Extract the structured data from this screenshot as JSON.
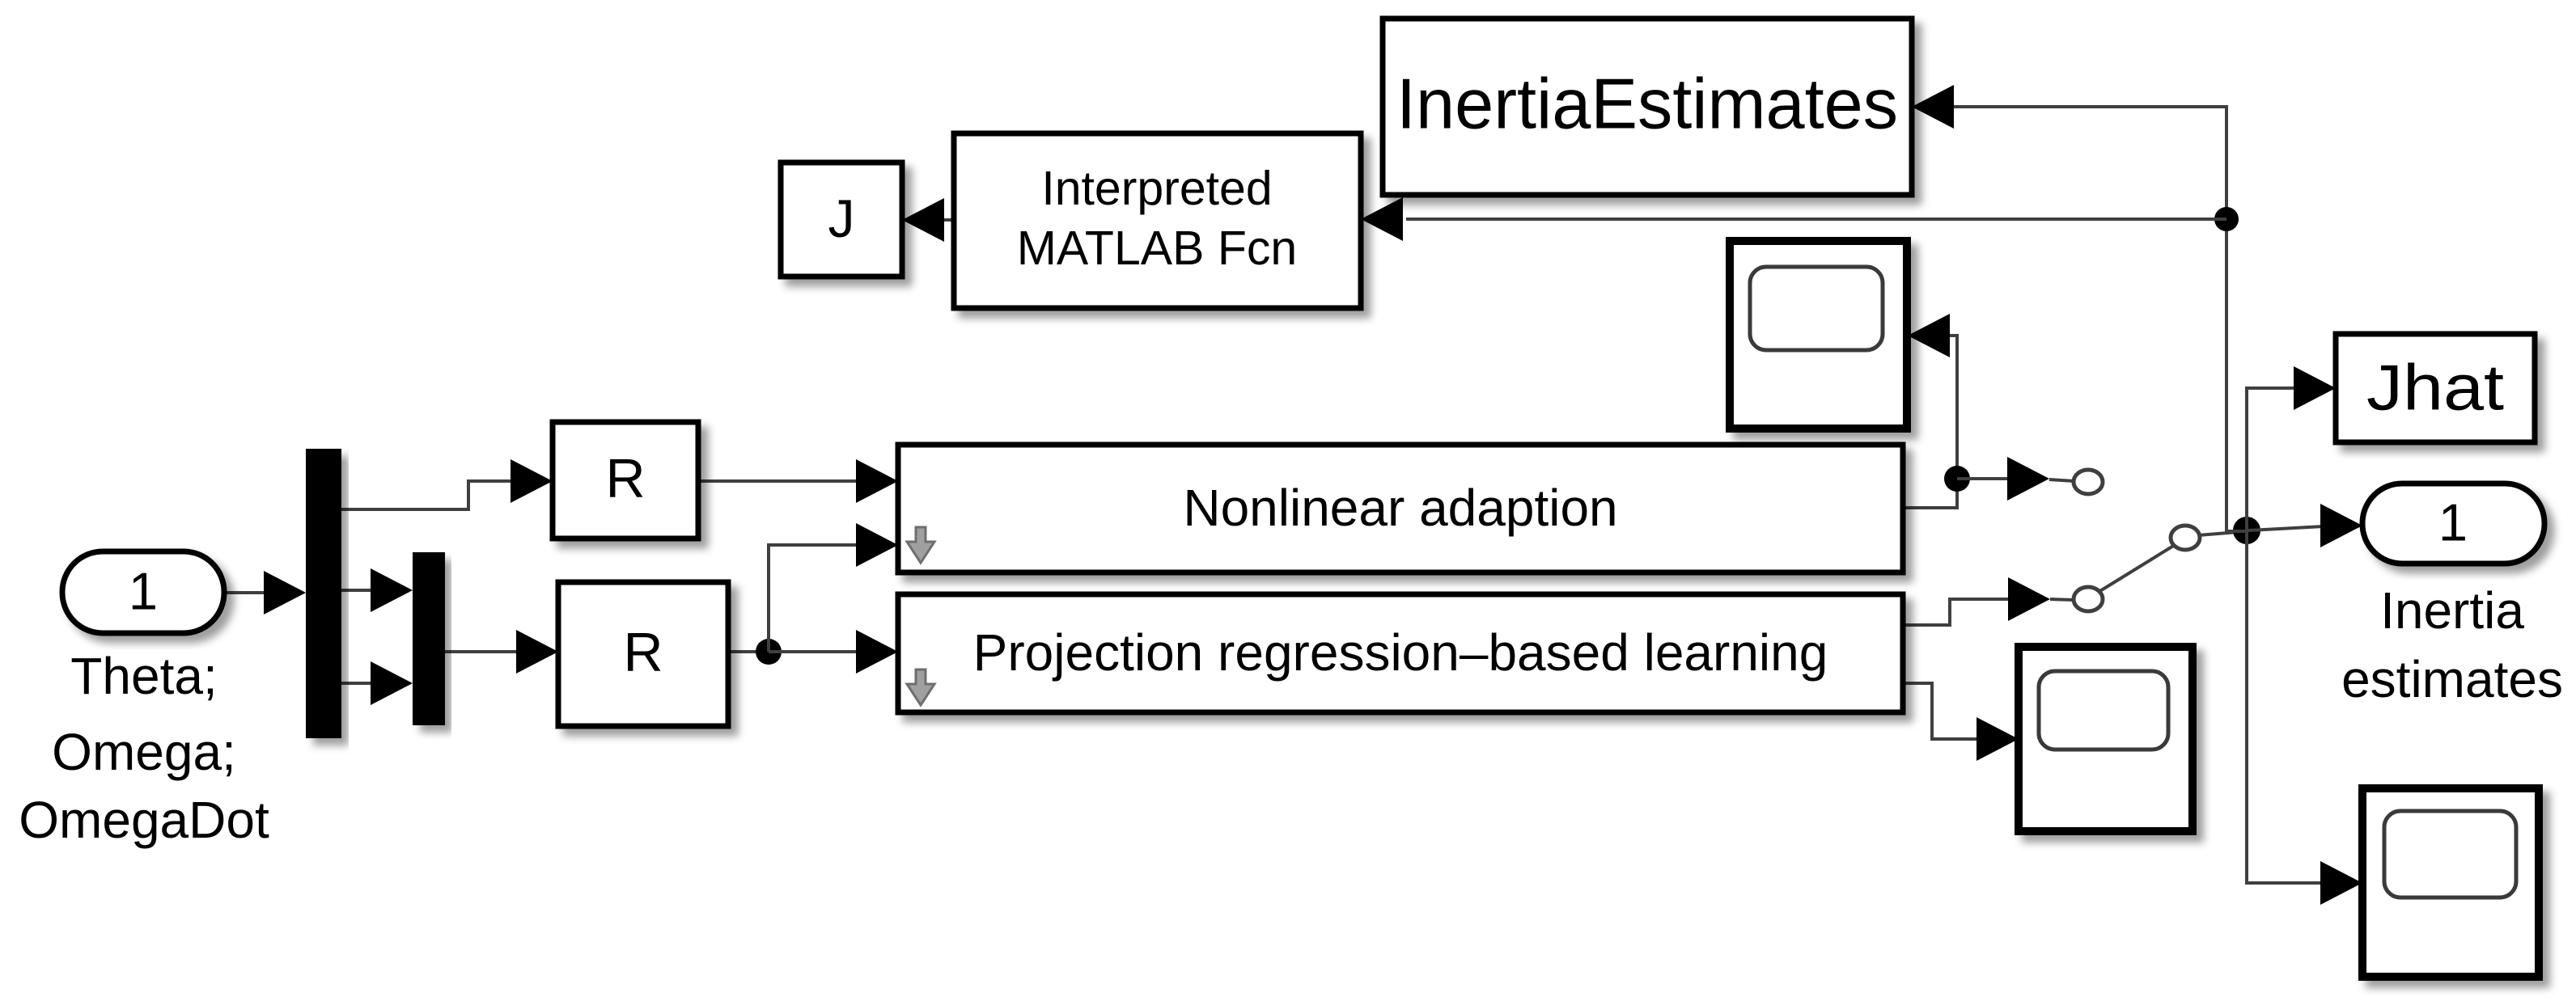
{
  "colors": {
    "background": "#ffffff",
    "wire": "#3f3f3f",
    "block_border": "#000000",
    "block_fill": "#ffffff",
    "down_arrow_fill": "#a0a0a0",
    "down_arrow_stroke": "#6e6e6e"
  },
  "blocks": {
    "inport": {
      "label": "1",
      "caption": [
        "Theta;",
        "Omega;",
        "OmegaDot"
      ]
    },
    "gain_top": {
      "label": "R"
    },
    "gain_bottom": {
      "label": "R"
    },
    "workspace_j": {
      "label": "J"
    },
    "interpreted_fcn": {
      "lines": [
        "Interpreted",
        "MATLAB Fcn"
      ]
    },
    "inertia_estimates_store": {
      "label": "InertiaEstimates"
    },
    "nonlinear_subsystem": {
      "label": "Nonlinear adaption"
    },
    "projection_subsystem": {
      "label": "Projection regression–based learning"
    },
    "jhat": {
      "label": "Jhat"
    },
    "outport": {
      "label": "1",
      "caption": [
        "Inertia",
        "estimates"
      ]
    }
  }
}
